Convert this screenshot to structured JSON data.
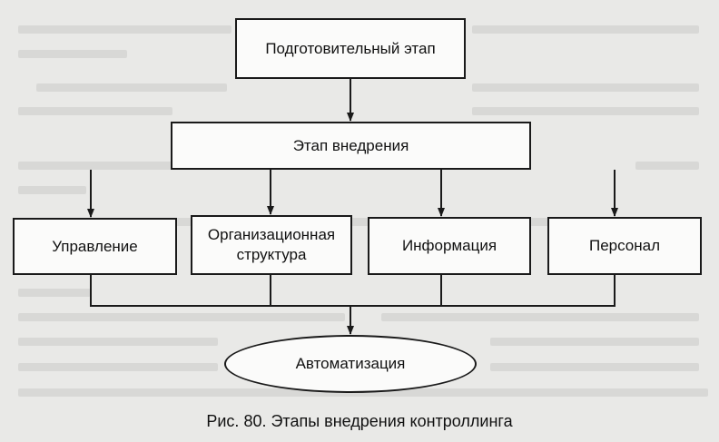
{
  "diagram": {
    "top": "Подготовительный этап",
    "middle": "Этап внедрения",
    "components": [
      {
        "label": "Управление"
      },
      {
        "label": "Организационная структура"
      },
      {
        "label": "Информация"
      },
      {
        "label": "Персонал"
      }
    ],
    "bottom": "Автоматизация"
  },
  "caption": "Рис. 80. Этапы внедрения контроллинга",
  "colors": {
    "line": "#1a1a1a",
    "box_fill": "#fbfbfa",
    "page": "#e9e9e7"
  }
}
